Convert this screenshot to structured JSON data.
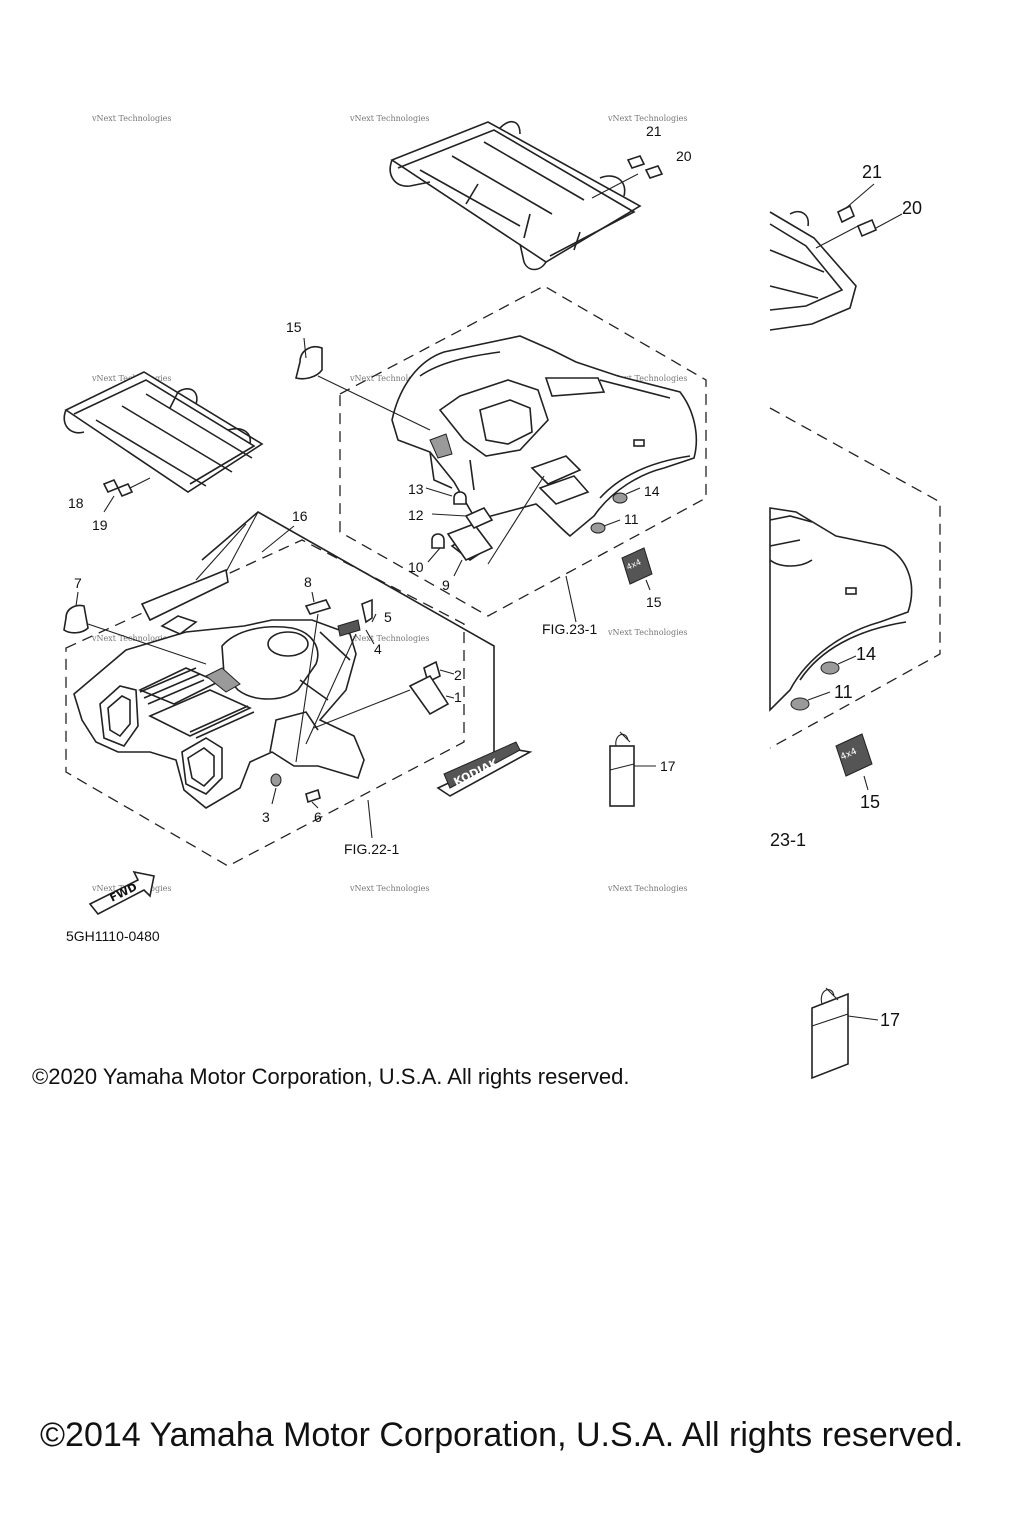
{
  "diagram": {
    "callouts": {
      "c1": "1",
      "c2": "2",
      "c3": "3",
      "c4": "4",
      "c5": "5",
      "c6": "6",
      "c7": "7",
      "c8": "8",
      "c9": "9",
      "c10": "10",
      "c11": "11",
      "c12": "12",
      "c13": "13",
      "c14": "14",
      "c15a": "15",
      "c15b": "15",
      "c16": "16",
      "c17": "17",
      "c18": "18",
      "c19": "19",
      "c20": "20",
      "c21": "21"
    },
    "zoom_callouts": {
      "z20": "20",
      "z21": "21",
      "z14": "14",
      "z11": "11",
      "z15": "15",
      "z17": "17"
    },
    "fig_refs": {
      "front": "FIG.22-1",
      "rear": "FIG.23-1",
      "zoom_rear": "23-1"
    },
    "part_code": "5GH1110-0480",
    "decal_text": {
      "kodiak": "KODIAK",
      "fwd": "FWD",
      "emblem": "4x4"
    },
    "watermark": "vNext Technologies"
  },
  "footer": {
    "copyright_2020": "©2020 Yamaha Motor Corporation, U.S.A. All rights reserved.",
    "copyright_2014": "©2014 Yamaha Motor Corporation, U.S.A. All rights reserved."
  }
}
